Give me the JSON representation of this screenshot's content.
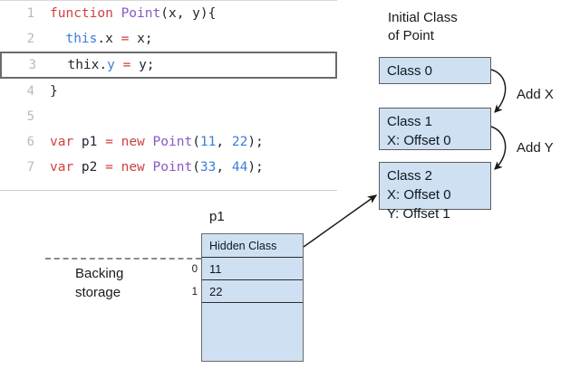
{
  "editor": {
    "name": "javascript-code-panel",
    "highlighted_line": 3,
    "lines": [
      {
        "number": "1",
        "tokens": [
          {
            "t": "function",
            "c": "kw"
          },
          {
            "t": " ",
            "c": "txt"
          },
          {
            "t": "Point",
            "c": "fn"
          },
          {
            "t": "(x, y){",
            "c": "pun"
          }
        ]
      },
      {
        "number": "2",
        "tokens": [
          {
            "t": "  ",
            "c": "txt"
          },
          {
            "t": "this",
            "c": "this"
          },
          {
            "t": ".x",
            "c": "txt"
          },
          {
            "t": " = ",
            "c": "op"
          },
          {
            "t": "x;",
            "c": "txt"
          }
        ]
      },
      {
        "number": "3",
        "tokens": [
          {
            "t": "  ",
            "c": "txt"
          },
          {
            "t": "thix",
            "c": "txt"
          },
          {
            "t": ".",
            "c": "txt"
          },
          {
            "t": "y",
            "c": "prop"
          },
          {
            "t": " = ",
            "c": "op"
          },
          {
            "t": "y;",
            "c": "txt"
          }
        ]
      },
      {
        "number": "4",
        "tokens": [
          {
            "t": "}",
            "c": "pun"
          }
        ]
      },
      {
        "number": "5",
        "tokens": [
          {
            "t": "",
            "c": "txt"
          }
        ]
      },
      {
        "number": "6",
        "tokens": [
          {
            "t": "var",
            "c": "kw"
          },
          {
            "t": " p1 ",
            "c": "txt"
          },
          {
            "t": "=",
            "c": "op"
          },
          {
            "t": " ",
            "c": "txt"
          },
          {
            "t": "new",
            "c": "kw"
          },
          {
            "t": " ",
            "c": "txt"
          },
          {
            "t": "Point",
            "c": "fn"
          },
          {
            "t": "(",
            "c": "pun"
          },
          {
            "t": "11",
            "c": "num"
          },
          {
            "t": ", ",
            "c": "pun"
          },
          {
            "t": "22",
            "c": "num"
          },
          {
            "t": ");",
            "c": "pun"
          }
        ]
      },
      {
        "number": "7",
        "tokens": [
          {
            "t": "var",
            "c": "kw"
          },
          {
            "t": " p2 ",
            "c": "txt"
          },
          {
            "t": "=",
            "c": "op"
          },
          {
            "t": " ",
            "c": "txt"
          },
          {
            "t": "new",
            "c": "kw"
          },
          {
            "t": " ",
            "c": "txt"
          },
          {
            "t": "Point",
            "c": "fn"
          },
          {
            "t": "(",
            "c": "pun"
          },
          {
            "t": "33",
            "c": "num"
          },
          {
            "t": ", ",
            "c": "pun"
          },
          {
            "t": "44",
            "c": "num"
          },
          {
            "t": ");",
            "c": "pun"
          }
        ]
      }
    ]
  },
  "hidden_classes": {
    "caption": "Initial Class\nof Point",
    "caption_line_1": "Initial Class",
    "caption_line_2": "of Point",
    "boxes": [
      {
        "title": "Class 0",
        "fields": []
      },
      {
        "title": "Class 1",
        "fields": [
          "X: Offset 0"
        ]
      },
      {
        "title": "Class 2",
        "fields": [
          "X: Offset 0",
          "Y: Offset 1"
        ]
      }
    ],
    "transitions": [
      {
        "label": "Add X"
      },
      {
        "label": "Add Y"
      }
    ]
  },
  "object": {
    "label": "p1",
    "header_cell": "Hidden Class",
    "slots": [
      {
        "index": "0",
        "value": "11"
      },
      {
        "index": "1",
        "value": "22"
      }
    ],
    "empty_cell": "",
    "backing_storage_line_1": "Backing",
    "backing_storage_line_2": "storage"
  },
  "colors": {
    "box_fill": "#cfe0f3",
    "box_border": "#5c5c5c",
    "arrow": "#1a1a1a",
    "keyword": "#d1403f",
    "function_name": "#8a57c4",
    "this_keyword": "#3b7ddd",
    "number_literal": "#3b7ddd",
    "line_number": "#b9b9b9",
    "highlight_border": "#6b6b6b",
    "dashed_divider": "#8a8a8a"
  }
}
